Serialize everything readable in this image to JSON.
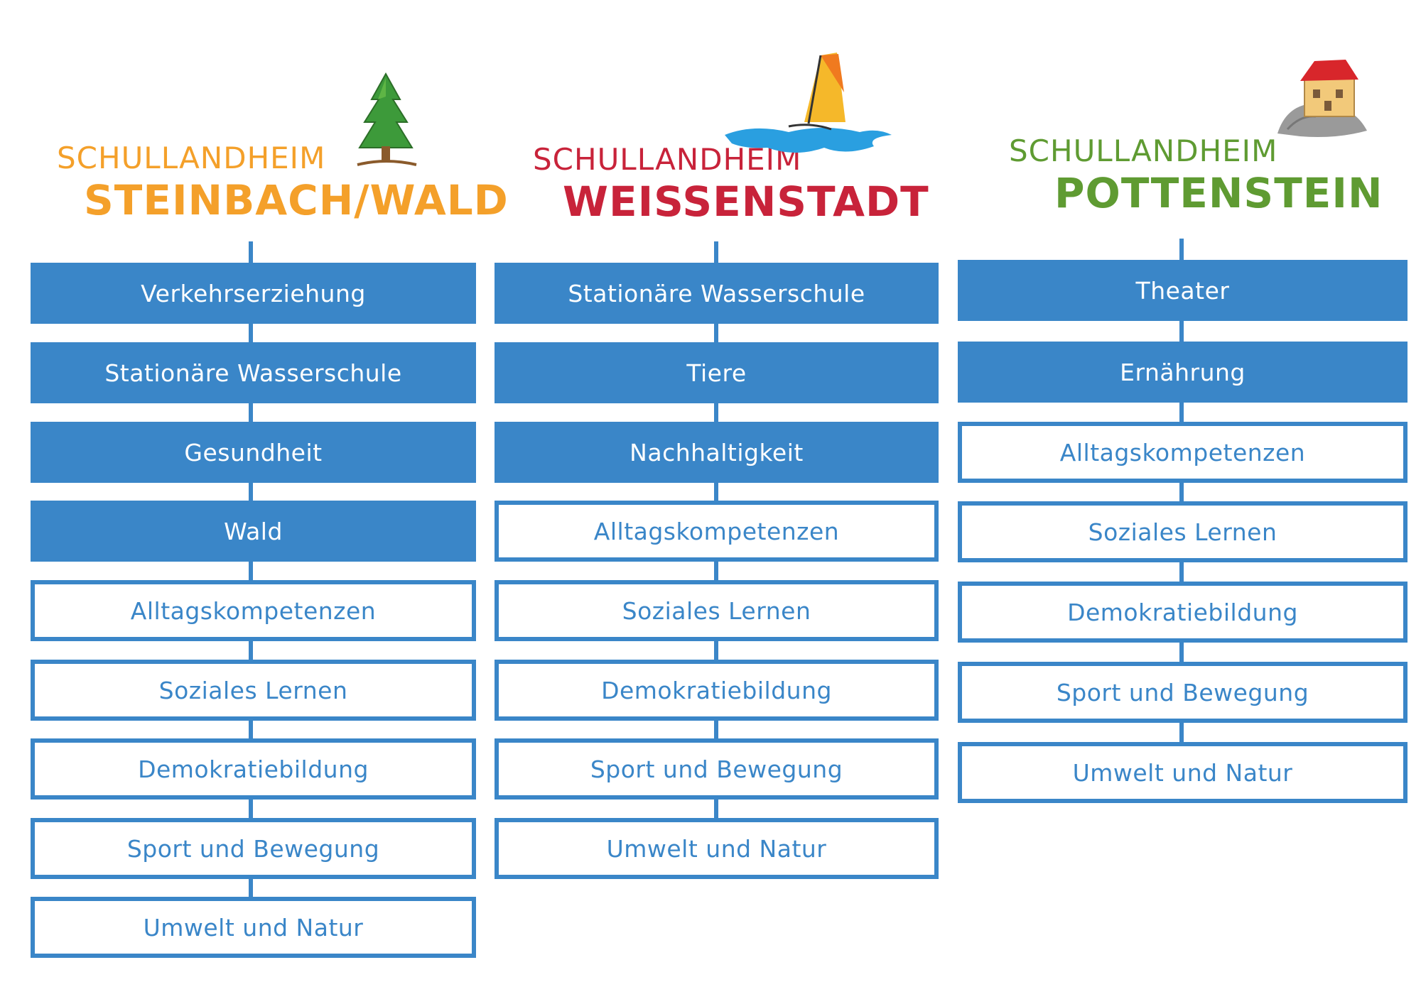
{
  "columns": [
    {
      "logo": {
        "line1": "SCHULLANDHEIM",
        "line2": "STEINBACH/WALD",
        "color": "#f4a02a",
        "icon": "tree-icon"
      },
      "items": [
        {
          "label": "Verkehrserziehung",
          "style": "filled"
        },
        {
          "label": "Stationäre Wasserschule",
          "style": "filled"
        },
        {
          "label": "Gesundheit",
          "style": "filled"
        },
        {
          "label": "Wald",
          "style": "filled"
        },
        {
          "label": "Alltagskompetenzen",
          "style": "outline"
        },
        {
          "label": "Soziales Lernen",
          "style": "outline"
        },
        {
          "label": "Demokratiebildung",
          "style": "outline"
        },
        {
          "label": "Sport und Bewegung",
          "style": "outline"
        },
        {
          "label": "Umwelt und Natur",
          "style": "outline"
        }
      ]
    },
    {
      "logo": {
        "line1": "SCHULLANDHEIM",
        "line2": "WEISSENSTADT",
        "color": "#c8233a",
        "icon": "windsurfer-icon"
      },
      "items": [
        {
          "label": "Stationäre Wasserschule",
          "style": "filled"
        },
        {
          "label": "Tiere",
          "style": "filled"
        },
        {
          "label": "Nachhaltigkeit",
          "style": "filled"
        },
        {
          "label": "Alltagskompetenzen",
          "style": "outline"
        },
        {
          "label": "Soziales Lernen",
          "style": "outline"
        },
        {
          "label": "Demokratiebildung",
          "style": "outline"
        },
        {
          "label": "Sport und Bewegung",
          "style": "outline"
        },
        {
          "label": "Umwelt und Natur",
          "style": "outline"
        }
      ]
    },
    {
      "logo": {
        "line1": "SCHULLANDHEIM",
        "line2": "POTTENSTEIN",
        "color": "#5f9b32",
        "icon": "castle-icon"
      },
      "items": [
        {
          "label": "Theater",
          "style": "filled"
        },
        {
          "label": "Ernährung",
          "style": "filled"
        },
        {
          "label": "Alltagskompetenzen",
          "style": "outline"
        },
        {
          "label": "Soziales Lernen",
          "style": "outline"
        },
        {
          "label": "Demokratiebildung",
          "style": "outline"
        },
        {
          "label": "Sport und Bewegung",
          "style": "outline"
        },
        {
          "label": "Umwelt und Natur",
          "style": "outline"
        }
      ]
    }
  ],
  "colors": {
    "box_blue": "#3a86c8",
    "box_text_on_fill": "#ffffff"
  }
}
